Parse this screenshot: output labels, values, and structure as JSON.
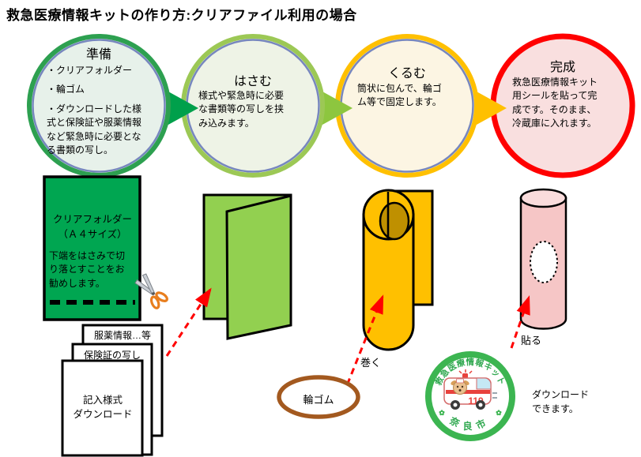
{
  "title": "救急医療情報キットの作り方:クリアファイル利用の場合",
  "steps": [
    {
      "heading": "準備",
      "bullets": [
        "・クリアフォルダー",
        "・輪ゴム",
        "・ダウンロードした様式と保険証や服薬情報など緊急時に必要となる書類の写し。"
      ]
    },
    {
      "heading": "はさむ",
      "body": "様式や緊急時に必要な書類等の写しを挟み込みます。"
    },
    {
      "heading": "くるむ",
      "body": "筒状に包んで、輪ゴム等で固定します。"
    },
    {
      "heading": "完成",
      "body": "救急医療情報キット用シールを貼って完成です。そのまま、冷蔵庫に入れます。"
    }
  ],
  "clear_folder": {
    "label": "クリアフォルダー\n（Ａ４サイズ）",
    "note": "下端をはさみで切り落とすことをお勧めします。"
  },
  "papers": {
    "back": "服薬情報…等",
    "middle": "保険証の写し",
    "front": "記入様式\nダウンロード"
  },
  "labels": {
    "roll": "巻く",
    "rubber_band": "輪ゴム",
    "stick": "貼る",
    "download": "ダウンロード\nできます。"
  },
  "sticker": {
    "arc_top": "救急医療情報キット",
    "number": "119",
    "city": "奈良市"
  },
  "icons": {
    "scissors": "✂",
    "flower": "✿"
  },
  "colors": {
    "step1_ring": "#2DA050",
    "step1_fill": "#E7F1EA",
    "step1_arrow": "#00A04B",
    "step2_ring": "#9CC855",
    "step2_fill": "#EEF3E6",
    "step2_arrow": "#8DC63F",
    "step3_ring": "#FFC000",
    "step3_fill": "#FCF5E3",
    "step3_arrow": "#FFC000",
    "step4_ring": "#FF0000",
    "step4_fill": "#F9DFDF",
    "inner_ring_blue": "#7787BE",
    "folder_green": "#00A651",
    "file_green": "#92D050",
    "roll_yellow": "#FFC000",
    "roll_inner": "#BF9000",
    "tube_pink": "#F6C6C6",
    "rubber_brown": "#A3591F",
    "dashed_arrow_red": "#FF0000",
    "sticker_green": "#3CB551",
    "sticker_red": "#E8413C"
  }
}
